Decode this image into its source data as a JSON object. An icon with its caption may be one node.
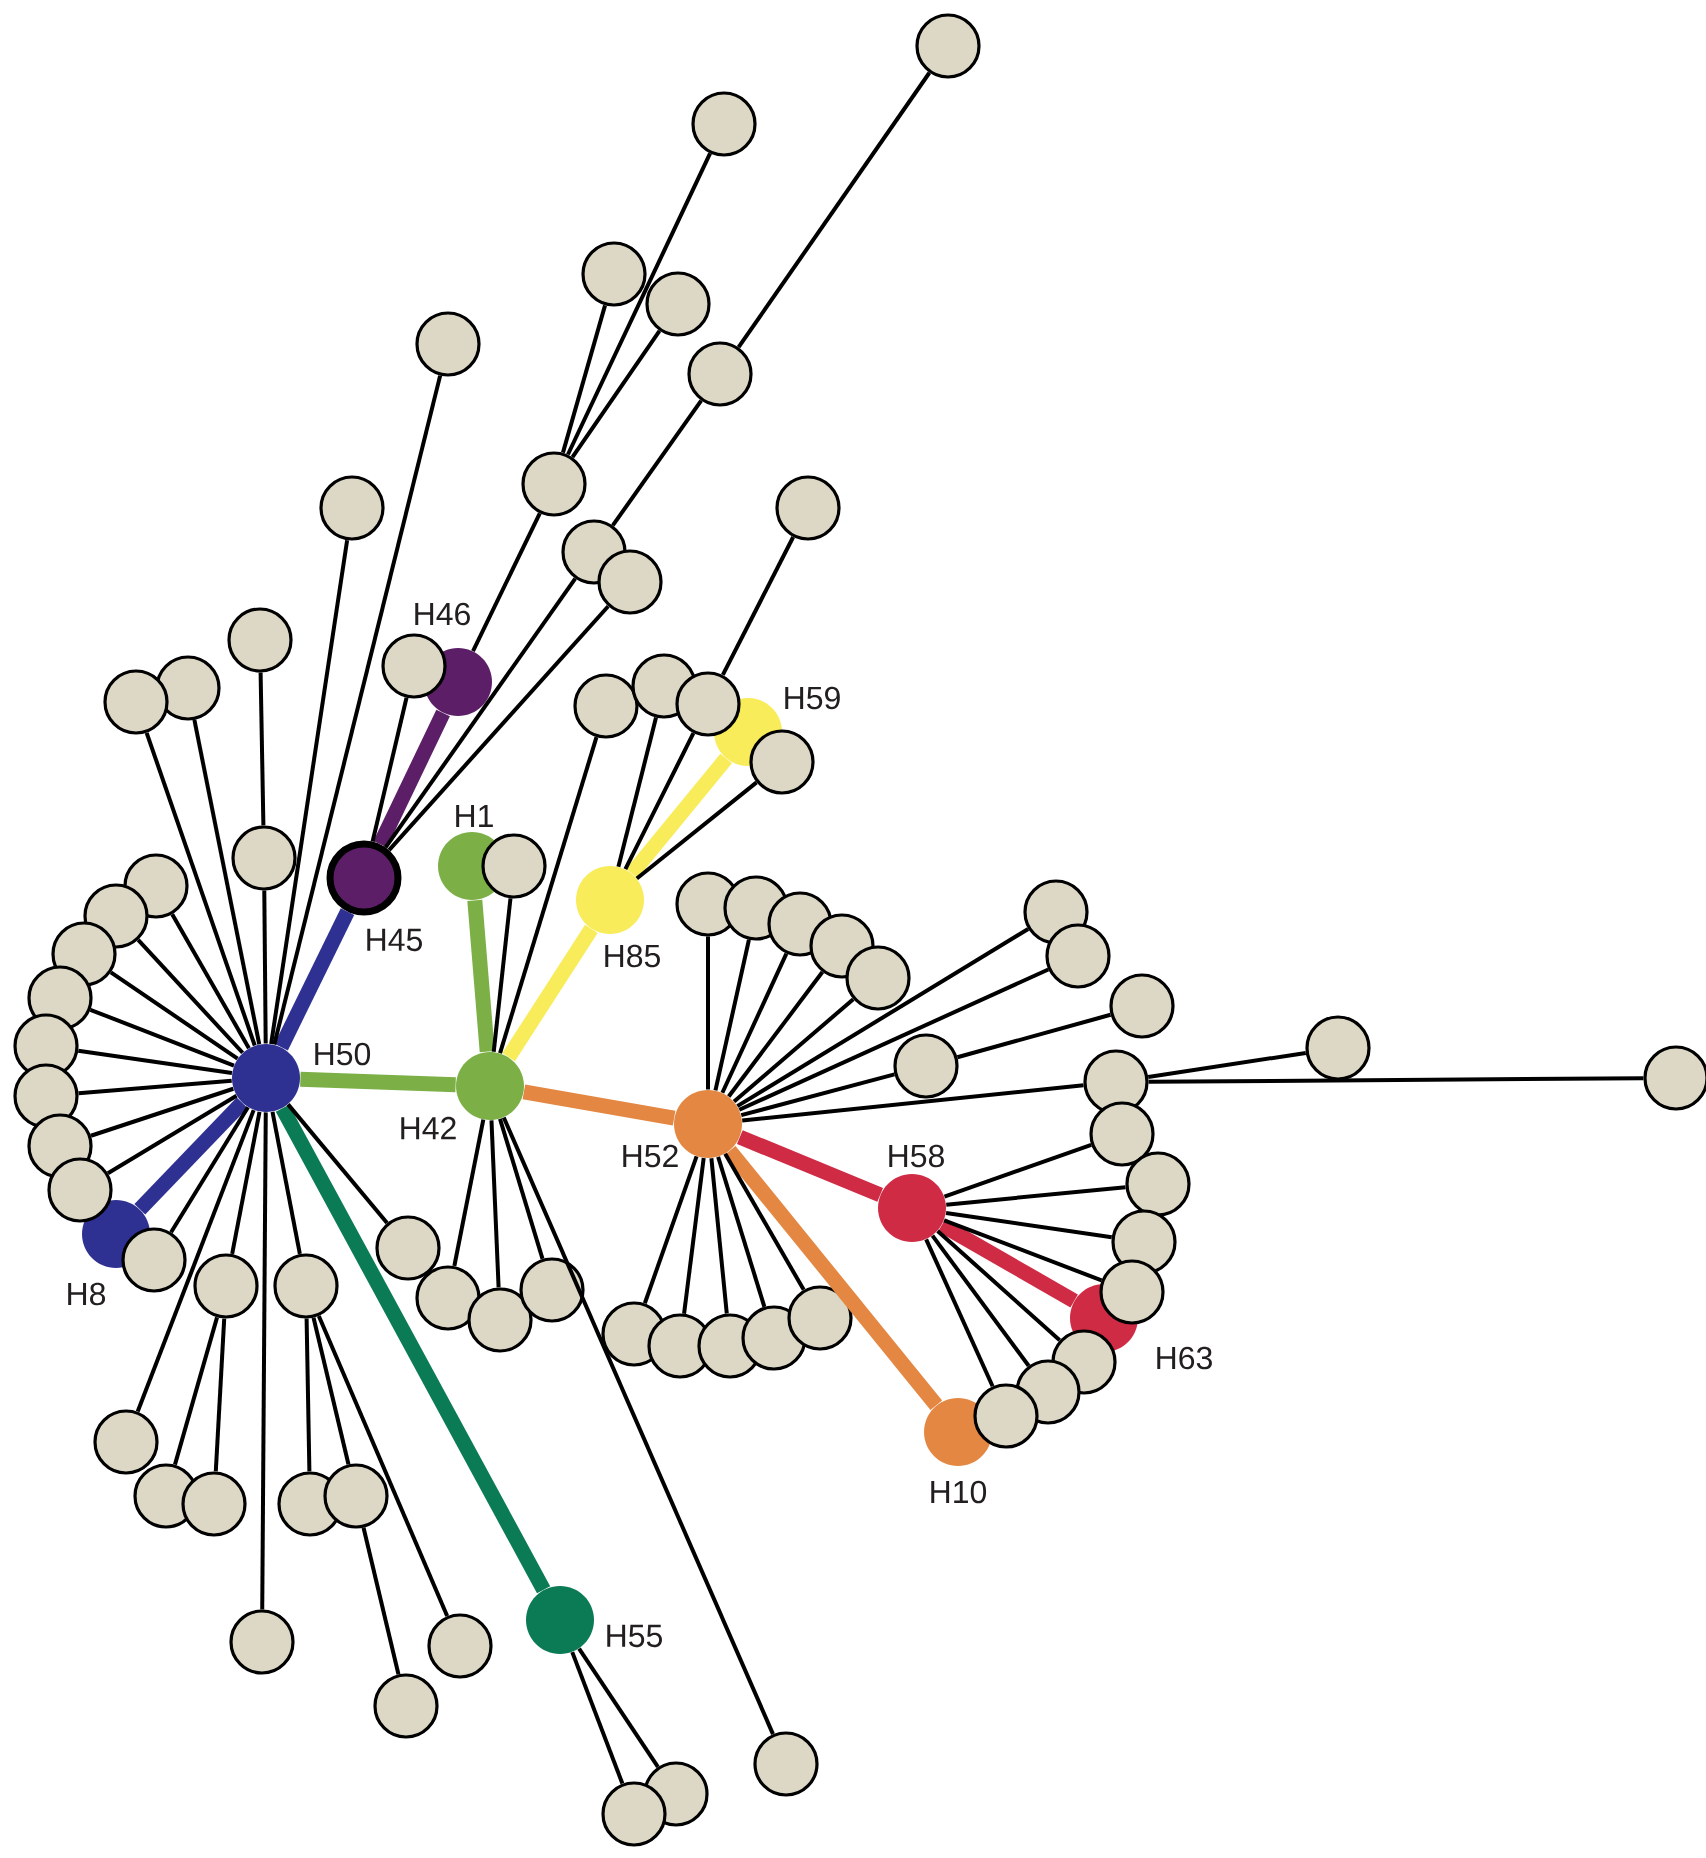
{
  "diagram": {
    "nodes": [
      {
        "text": [
          "H50"
        ]
      },
      {
        "text": [
          "H45"
        ]
      },
      {
        "text": [
          "H46"
        ]
      },
      {
        "text": [
          "H8"
        ]
      },
      {
        "text": [
          "H42"
        ]
      },
      {
        "text": [
          "H1"
        ]
      },
      {
        "text": [
          "H85"
        ]
      },
      {
        "text": [
          "H59"
        ]
      },
      {
        "text": [
          "H52"
        ]
      },
      {
        "text": [
          "H58"
        ]
      },
      {
        "text": [
          "H63"
        ]
      },
      {
        "text": [
          "H10"
        ]
      },
      {
        "text": [
          "H55"
        ]
      },
      {
        "text": [],
        "shape": "circle"
      },
      {
        "text": [],
        "shape": "circle"
      },
      {
        "text": [],
        "shape": "circle"
      },
      {
        "text": [],
        "shape": "circle"
      },
      {
        "text": [],
        "shape": "circle"
      },
      {
        "text": [],
        "shape": "circle"
      },
      {
        "text": [],
        "shape": "circle"
      },
      {
        "text": [],
        "shape": "circle"
      },
      {
        "text": [],
        "shape": "circle"
      },
      {
        "text": [],
        "shape": "circle"
      },
      {
        "text": [],
        "shape": "circle"
      },
      {
        "text": [],
        "shape": "circle"
      },
      {
        "text": [],
        "shape": "circle"
      },
      {
        "text": [],
        "shape": "circle"
      },
      {
        "text": [],
        "shape": "circle"
      },
      {
        "text": [],
        "shape": "circle"
      },
      {
        "text": [],
        "shape": "circle"
      },
      {
        "text": [],
        "shape": "circle"
      },
      {
        "text": [],
        "shape": "circle"
      },
      {
        "text": [],
        "shape": "circle"
      },
      {
        "text": [],
        "shape": "circle"
      },
      {
        "text": [],
        "shape": "circle"
      },
      {
        "text": [],
        "shape": "circle"
      },
      {
        "text": [],
        "shape": "circle"
      },
      {
        "text": [],
        "shape": "circle"
      },
      {
        "text": [],
        "shape": "circle"
      },
      {
        "text": [],
        "shape": "circle"
      },
      {
        "text": [],
        "shape": "circle"
      },
      {
        "text": [],
        "shape": "circle"
      },
      {
        "text": [],
        "shape": "circle"
      },
      {
        "text": [],
        "shape": "circle"
      },
      {
        "text": [],
        "shape": "circle"
      },
      {
        "text": [],
        "shape": "circle"
      },
      {
        "text": [],
        "shape": "circle"
      },
      {
        "text": [],
        "shape": "circle"
      },
      {
        "text": [],
        "shape": "circle"
      },
      {
        "text": [],
        "shape": "circle"
      },
      {
        "text": [],
        "shape": "circle"
      },
      {
        "text": [],
        "shape": "circle"
      },
      {
        "text": [],
        "shape": "circle"
      },
      {
        "text": [],
        "shape": "circle"
      },
      {
        "text": [],
        "shape": "circle"
      },
      {
        "text": [],
        "shape": "circle"
      },
      {
        "text": [],
        "shape": "circle"
      },
      {
        "text": [],
        "shape": "circle"
      },
      {
        "text": [],
        "shape": "circle"
      },
      {
        "text": [],
        "shape": "circle"
      },
      {
        "text": [],
        "shape": "circle"
      },
      {
        "text": [],
        "shape": "circle"
      },
      {
        "text": [],
        "shape": "circle"
      },
      {
        "text": [],
        "shape": "circle"
      },
      {
        "text": [],
        "shape": "circle"
      },
      {
        "text": [],
        "shape": "circle"
      },
      {
        "text": [],
        "shape": "circle"
      },
      {
        "text": [],
        "shape": "circle"
      },
      {
        "text": [],
        "shape": "circle"
      },
      {
        "text": [],
        "shape": "circle"
      },
      {
        "text": [],
        "shape": "circle"
      },
      {
        "text": [],
        "shape": "circle"
      },
      {
        "text": [],
        "shape": "circle"
      },
      {
        "text": [],
        "shape": "circle"
      },
      {
        "text": [],
        "shape": "circle"
      },
      {
        "text": [],
        "shape": "circle"
      },
      {
        "text": [],
        "shape": "circle"
      },
      {
        "text": [],
        "shape": "circle"
      },
      {
        "text": [],
        "shape": "circle"
      },
      {
        "text": [],
        "shape": "circle"
      },
      {
        "text": [],
        "shape": "circle"
      },
      {
        "text": [],
        "shape": "circle"
      },
      {
        "text": [],
        "shape": "circle"
      },
      {
        "text": [],
        "shape": "circle"
      }
    ],
    "edges": [
      {
        "from": 0,
        "to": 1,
        "arrow": "none",
        "style": "thick",
        "color": "#2e3192"
      },
      {
        "from": 1,
        "to": 2,
        "arrow": "none",
        "style": "thick",
        "color": "#5c1e67"
      },
      {
        "from": 0,
        "to": 3,
        "arrow": "none",
        "style": "thick",
        "color": "#2e3192"
      },
      {
        "from": 0,
        "to": 4,
        "arrow": "none",
        "style": "thick",
        "color": "#7cb046"
      },
      {
        "from": 4,
        "to": 5,
        "arrow": "none",
        "style": "thick",
        "color": "#7cb046"
      },
      {
        "from": 4,
        "to": 6,
        "arrow": "none",
        "style": "thick",
        "color": "#f8ec5a"
      },
      {
        "from": 6,
        "to": 7,
        "arrow": "none",
        "style": "thick",
        "color": "#f8ec5a"
      },
      {
        "from": 4,
        "to": 8,
        "arrow": "none",
        "style": "thick",
        "color": "#e38743"
      },
      {
        "from": 8,
        "to": 9,
        "arrow": "none",
        "style": "thick",
        "color": "#cf2b45"
      },
      {
        "from": 9,
        "to": 10,
        "arrow": "none",
        "style": "thick",
        "color": "#cf2b45"
      },
      {
        "from": 8,
        "to": 11,
        "arrow": "none",
        "style": "thick",
        "color": "#e38743"
      },
      {
        "from": 0,
        "to": 12,
        "arrow": "none",
        "style": "thick",
        "color": "#0b7b55"
      },
      {
        "from": 2,
        "to": 13,
        "arrow": "none"
      },
      {
        "from": 13,
        "to": 14,
        "arrow": "none"
      },
      {
        "from": 13,
        "to": 15,
        "arrow": "none"
      },
      {
        "from": 13,
        "to": 16,
        "arrow": "none"
      },
      {
        "from": 1,
        "to": 17,
        "arrow": "none"
      },
      {
        "from": 17,
        "to": 18,
        "arrow": "none"
      },
      {
        "from": 18,
        "to": 19,
        "arrow": "none"
      },
      {
        "from": 1,
        "to": 20,
        "arrow": "none"
      },
      {
        "from": 1,
        "to": 21,
        "arrow": "none"
      },
      {
        "from": 0,
        "to": 22,
        "arrow": "none"
      },
      {
        "from": 0,
        "to": 23,
        "arrow": "none"
      },
      {
        "from": 27,
        "to": 24,
        "arrow": "none"
      },
      {
        "from": 0,
        "to": 25,
        "arrow": "none"
      },
      {
        "from": 0,
        "to": 26,
        "arrow": "none"
      },
      {
        "from": 0,
        "to": 27,
        "arrow": "none"
      },
      {
        "from": 0,
        "to": 28,
        "arrow": "none"
      },
      {
        "from": 0,
        "to": 29,
        "arrow": "none"
      },
      {
        "from": 0,
        "to": 30,
        "arrow": "none"
      },
      {
        "from": 0,
        "to": 31,
        "arrow": "none"
      },
      {
        "from": 0,
        "to": 32,
        "arrow": "none"
      },
      {
        "from": 0,
        "to": 33,
        "arrow": "none"
      },
      {
        "from": 0,
        "to": 34,
        "arrow": "none"
      },
      {
        "from": 0,
        "to": 35,
        "arrow": "none"
      },
      {
        "from": 0,
        "to": 36,
        "arrow": "none"
      },
      {
        "from": 0,
        "to": 37,
        "arrow": "none"
      },
      {
        "from": 37,
        "to": 38,
        "arrow": "none"
      },
      {
        "from": 37,
        "to": 39,
        "arrow": "none"
      },
      {
        "from": 0,
        "to": 40,
        "arrow": "none"
      },
      {
        "from": 0,
        "to": 41,
        "arrow": "none"
      },
      {
        "from": 0,
        "to": 42,
        "arrow": "none"
      },
      {
        "from": 42,
        "to": 43,
        "arrow": "none"
      },
      {
        "from": 42,
        "to": 44,
        "arrow": "none"
      },
      {
        "from": 44,
        "to": 45,
        "arrow": "none"
      },
      {
        "from": 42,
        "to": 46,
        "arrow": "none"
      },
      {
        "from": 0,
        "to": 47,
        "arrow": "none"
      },
      {
        "from": 12,
        "to": 48,
        "arrow": "none"
      },
      {
        "from": 12,
        "to": 49,
        "arrow": "none"
      },
      {
        "from": 4,
        "to": 50,
        "arrow": "none"
      },
      {
        "from": 4,
        "to": 51,
        "arrow": "none"
      },
      {
        "from": 4,
        "to": 52,
        "arrow": "none"
      },
      {
        "from": 4,
        "to": 53,
        "arrow": "none"
      },
      {
        "from": 4,
        "to": 54,
        "arrow": "none"
      },
      {
        "from": 4,
        "to": 55,
        "arrow": "none"
      },
      {
        "from": 6,
        "to": 56,
        "arrow": "none"
      },
      {
        "from": 6,
        "to": 57,
        "arrow": "none"
      },
      {
        "from": 57,
        "to": 58,
        "arrow": "none"
      },
      {
        "from": 6,
        "to": 59,
        "arrow": "none"
      },
      {
        "from": 8,
        "to": 60,
        "arrow": "none"
      },
      {
        "from": 8,
        "to": 61,
        "arrow": "none"
      },
      {
        "from": 8,
        "to": 62,
        "arrow": "none"
      },
      {
        "from": 8,
        "to": 63,
        "arrow": "none"
      },
      {
        "from": 8,
        "to": 64,
        "arrow": "none"
      },
      {
        "from": 8,
        "to": 65,
        "arrow": "none"
      },
      {
        "from": 8,
        "to": 66,
        "arrow": "none"
      },
      {
        "from": 8,
        "to": 67,
        "arrow": "none"
      },
      {
        "from": 67,
        "to": 68,
        "arrow": "none"
      },
      {
        "from": 8,
        "to": 69,
        "arrow": "none"
      },
      {
        "from": 69,
        "to": 70,
        "arrow": "none"
      },
      {
        "from": 69,
        "to": 71,
        "arrow": "none"
      },
      {
        "from": 8,
        "to": 72,
        "arrow": "none"
      },
      {
        "from": 8,
        "to": 73,
        "arrow": "none"
      },
      {
        "from": 8,
        "to": 74,
        "arrow": "none"
      },
      {
        "from": 8,
        "to": 75,
        "arrow": "none"
      },
      {
        "from": 8,
        "to": 76,
        "arrow": "none"
      },
      {
        "from": 9,
        "to": 77,
        "arrow": "none"
      },
      {
        "from": 9,
        "to": 78,
        "arrow": "none"
      },
      {
        "from": 9,
        "to": 79,
        "arrow": "none"
      },
      {
        "from": 9,
        "to": 80,
        "arrow": "none"
      },
      {
        "from": 9,
        "to": 81,
        "arrow": "none"
      },
      {
        "from": 9,
        "to": 82,
        "arrow": "none"
      },
      {
        "from": 9,
        "to": 83,
        "arrow": "none"
      }
    ]
  }
}
